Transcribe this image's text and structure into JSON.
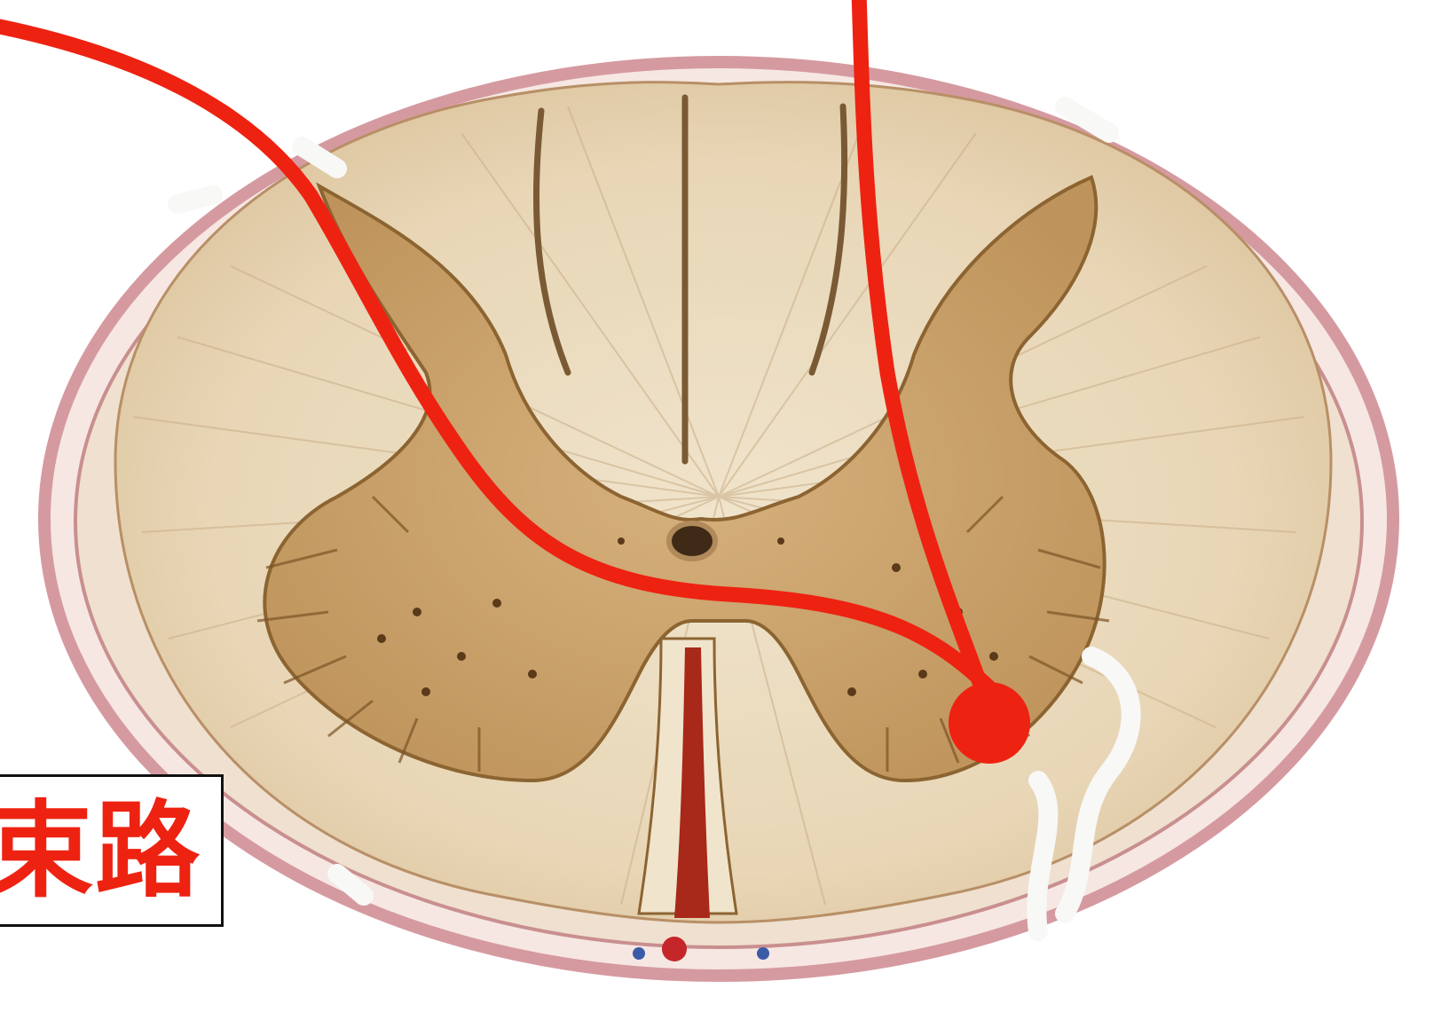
{
  "figure": {
    "label": "束路",
    "colors": {
      "pointer_line": "#ee2211",
      "label_text": "#ee2211",
      "label_border": "#111111",
      "tissue_white_matter": "#e9d9bb",
      "tissue_gray_matter": "#c9a06a",
      "meninges": "#dca0a6",
      "artery": "#a8281a",
      "rootlets": "#f4f4f2"
    },
    "icons": [
      "spinal-cord-cross-section-illustration",
      "pointer-end-dot"
    ]
  }
}
